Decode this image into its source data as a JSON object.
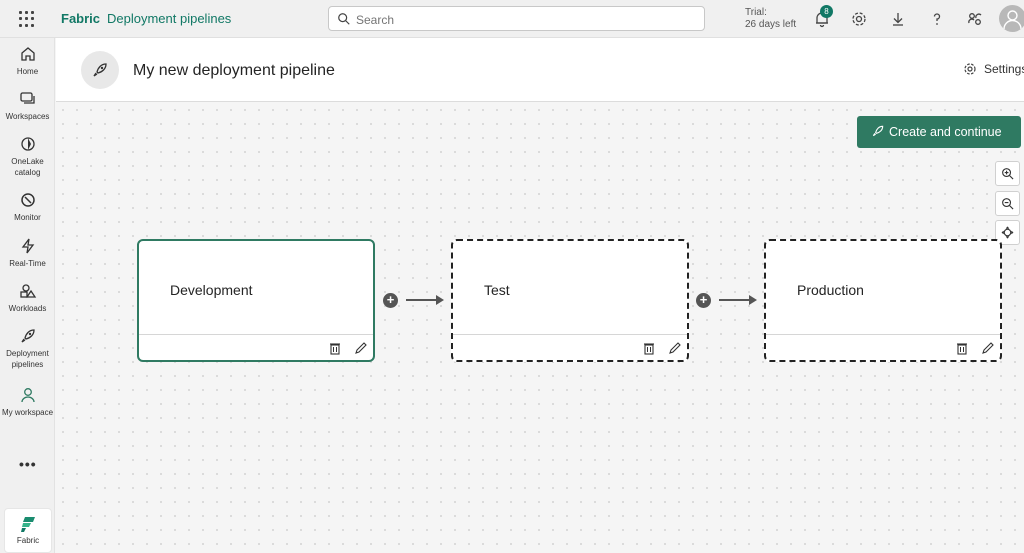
{
  "topbar": {
    "brand": "Fabric",
    "breadcrumb": "Deployment pipelines",
    "search_placeholder": "Search",
    "trial_line1": "Trial:",
    "trial_line2": "26 days left",
    "notification_count": "8"
  },
  "rail": {
    "items": [
      {
        "label": "Home",
        "icon": "home-icon"
      },
      {
        "label": "Workspaces",
        "icon": "workspaces-icon"
      },
      {
        "label": "OneLake catalog",
        "icon": "onelake-icon"
      },
      {
        "label": "Monitor",
        "icon": "monitor-icon"
      },
      {
        "label": "Real-Time",
        "icon": "lightning-icon"
      },
      {
        "label": "Workloads",
        "icon": "workloads-icon"
      },
      {
        "label": "Deployment pipelines",
        "icon": "rocket-icon"
      },
      {
        "label": "My workspace",
        "icon": "person-icon"
      }
    ],
    "more": "•••",
    "fabric_label": "Fabric"
  },
  "header": {
    "title": "My new deployment pipeline",
    "settings_label": "Settings"
  },
  "canvas": {
    "cta_label": "Create and continue",
    "stages": [
      {
        "name": "Development",
        "state": "active"
      },
      {
        "name": "Test",
        "state": "draft"
      },
      {
        "name": "Production",
        "state": "draft"
      }
    ]
  },
  "colors": {
    "accent": "#117865",
    "button": "#2f7a62"
  }
}
